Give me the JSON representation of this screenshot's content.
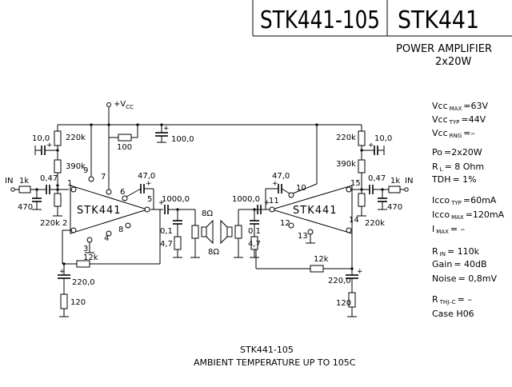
{
  "title": {
    "part_number": "STK441-105",
    "family": "STK441",
    "function": "POWER AMPLIFIER",
    "rating": "2x20W"
  },
  "supply": {
    "label": "+V",
    "label_sub": "CC"
  },
  "specs": [
    {
      "name": "Vcc",
      "sub": "MAX",
      "value": "=63V"
    },
    {
      "name": "Vcc",
      "sub": "TYP",
      "value": "=44V"
    },
    {
      "name": "Vcc",
      "sub": "RNG",
      "value": "=–"
    },
    {
      "name": "Po",
      "sub": "",
      "value": "=2x20W"
    },
    {
      "name": "R",
      "sub": "L",
      "value": "= 8 Ohm"
    },
    {
      "name": "TDH",
      "sub": "",
      "value": "= 1%"
    },
    {
      "name": "Icco",
      "sub": "TYP",
      "value": "=60mA"
    },
    {
      "name": "Icco",
      "sub": "MAX",
      "value": "=120mA"
    },
    {
      "name": "I",
      "sub": "MAX",
      "value": "=  –"
    },
    {
      "name": "R",
      "sub": "IN",
      "value": "= 110k"
    },
    {
      "name": "Gain",
      "sub": "",
      "value": "= 40dB"
    },
    {
      "name": "Noise",
      "sub": "",
      "value": "= 0,8mV"
    },
    {
      "name": "R",
      "sub": "THJ–C",
      "value": "= –"
    },
    {
      "name": "Case H06",
      "sub": "",
      "value": ""
    }
  ],
  "schematic": {
    "chip_label": "STK441",
    "pins": [
      "1",
      "2",
      "3",
      "4",
      "5",
      "6",
      "7",
      "8",
      "9",
      "10",
      "11",
      "12",
      "13",
      "14",
      "15"
    ],
    "input_label": "IN",
    "components": {
      "r_1k": "1k",
      "r_470": "470",
      "c_047": "0,47",
      "r_220k": "220k",
      "r_390k": "390k",
      "c_100": "10,0",
      "r_100": "100",
      "c_1000": "100,0",
      "c_470": "47,0",
      "c_out": "1000,0",
      "c_01": "0,1",
      "r_47": "4,7",
      "load_8": "8Ω",
      "r_12k": "12k",
      "c_220": "220,0",
      "r_120": "120"
    }
  },
  "footer": {
    "line1": "STK441-105",
    "line2": "AMBIENT TEMPERATURE UP TO 105C"
  }
}
